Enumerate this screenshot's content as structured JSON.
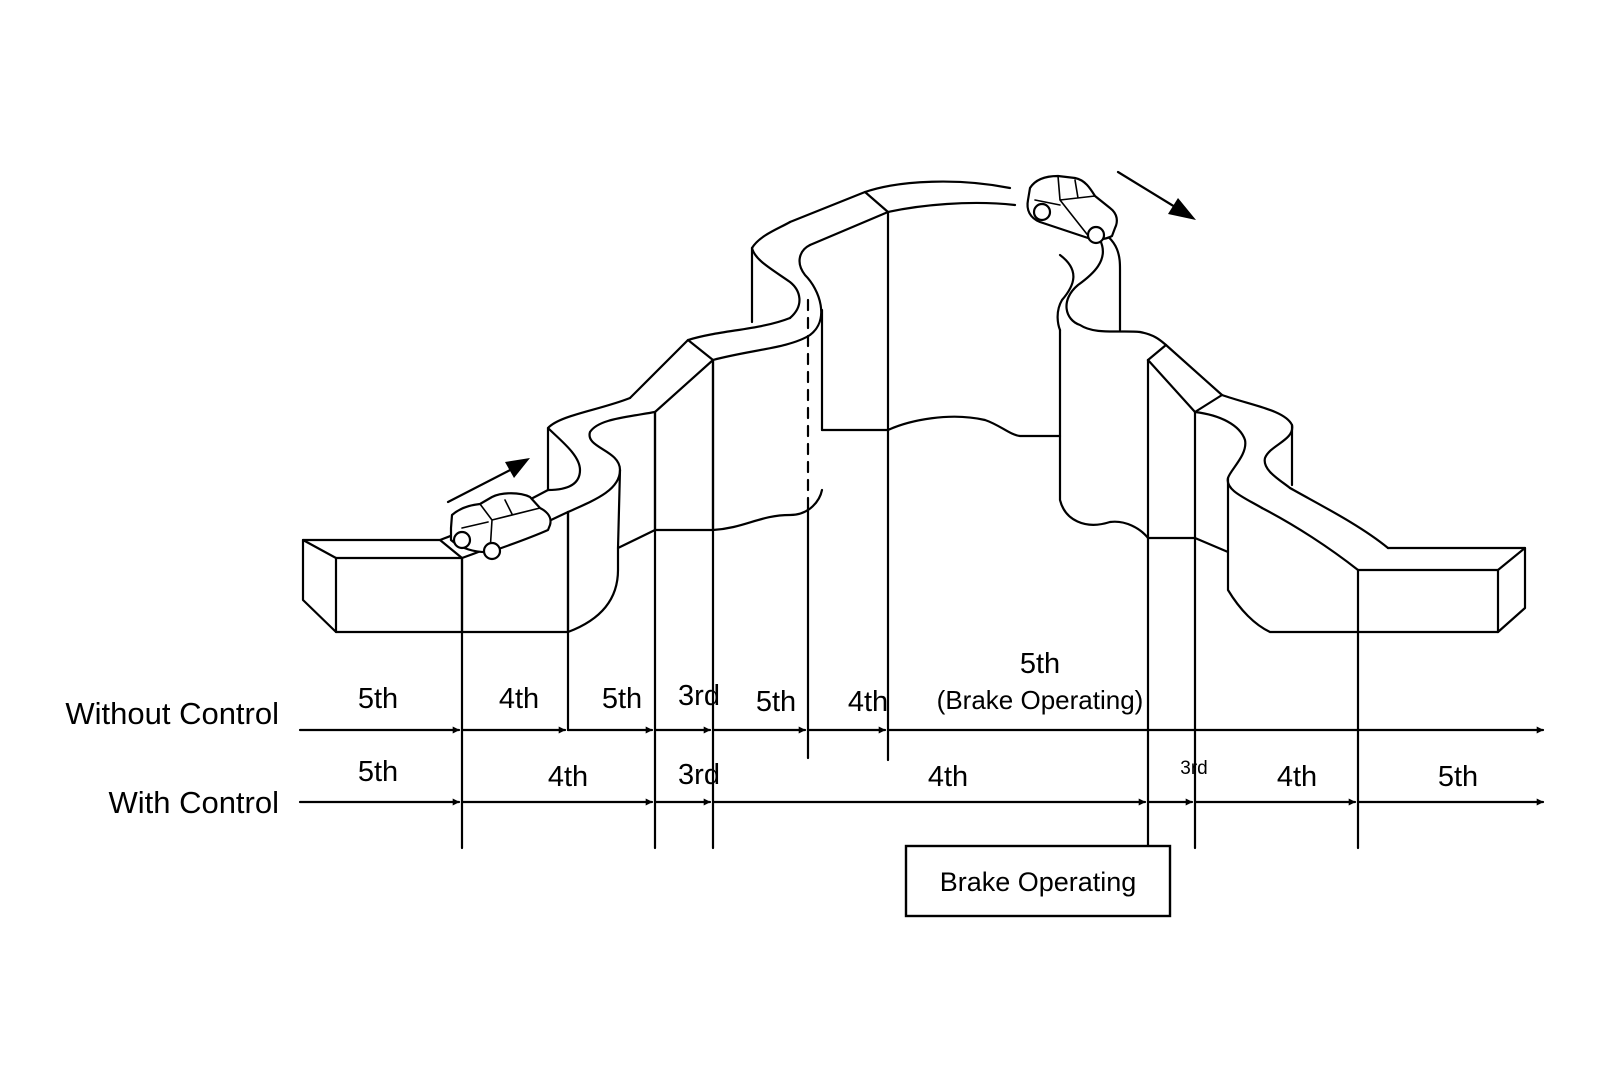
{
  "rows": {
    "without_control": "Without Control",
    "with_control": "With Control"
  },
  "without_segments": [
    "5th",
    "4th",
    "5th",
    "3rd",
    "5th",
    "4th",
    "5th"
  ],
  "without_note": "(Brake Operating)",
  "with_segments": [
    "5th",
    "4th",
    "3rd",
    "4th",
    "3rd",
    "4th",
    "5th"
  ],
  "brake_box": "Brake Operating",
  "colors": {
    "ink": "#000000",
    "paper": "#ffffff"
  },
  "icons": [
    "car-uphill-icon",
    "car-downhill-icon",
    "direction-arrow-up-icon",
    "direction-arrow-down-icon"
  ]
}
